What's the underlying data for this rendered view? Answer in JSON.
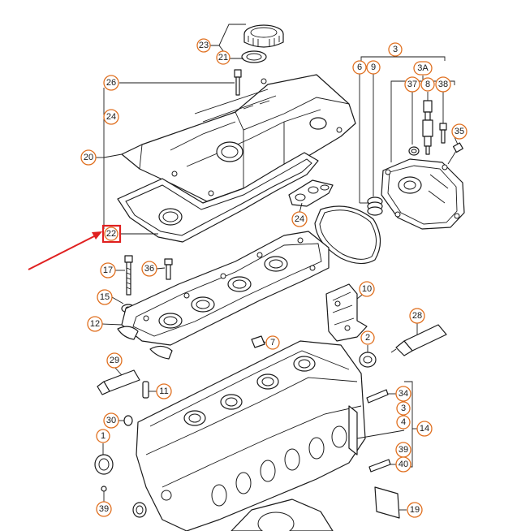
{
  "diagram": {
    "highlight_color": "#e02020",
    "callout_color": "#e07020",
    "callouts": {
      "c23": "23",
      "c21": "21",
      "c3": "3",
      "c6": "6",
      "c9": "9",
      "c3a": "3A",
      "c26": "26",
      "c37": "37",
      "c8": "8",
      "c38": "38",
      "c24a": "24",
      "c35": "35",
      "c20": "20",
      "c24b": "24",
      "c22": "22",
      "c17": "17",
      "c36": "36",
      "c15": "15",
      "c10": "10",
      "c12": "12",
      "c28": "28",
      "c2": "2",
      "c7": "7",
      "c29": "29",
      "c11": "11",
      "c34": "34",
      "c3b": "3",
      "c4": "4",
      "c14": "14",
      "c30": "30",
      "c1": "1",
      "c39a": "39",
      "c40": "40",
      "c39b": "39",
      "c19": "19"
    }
  }
}
